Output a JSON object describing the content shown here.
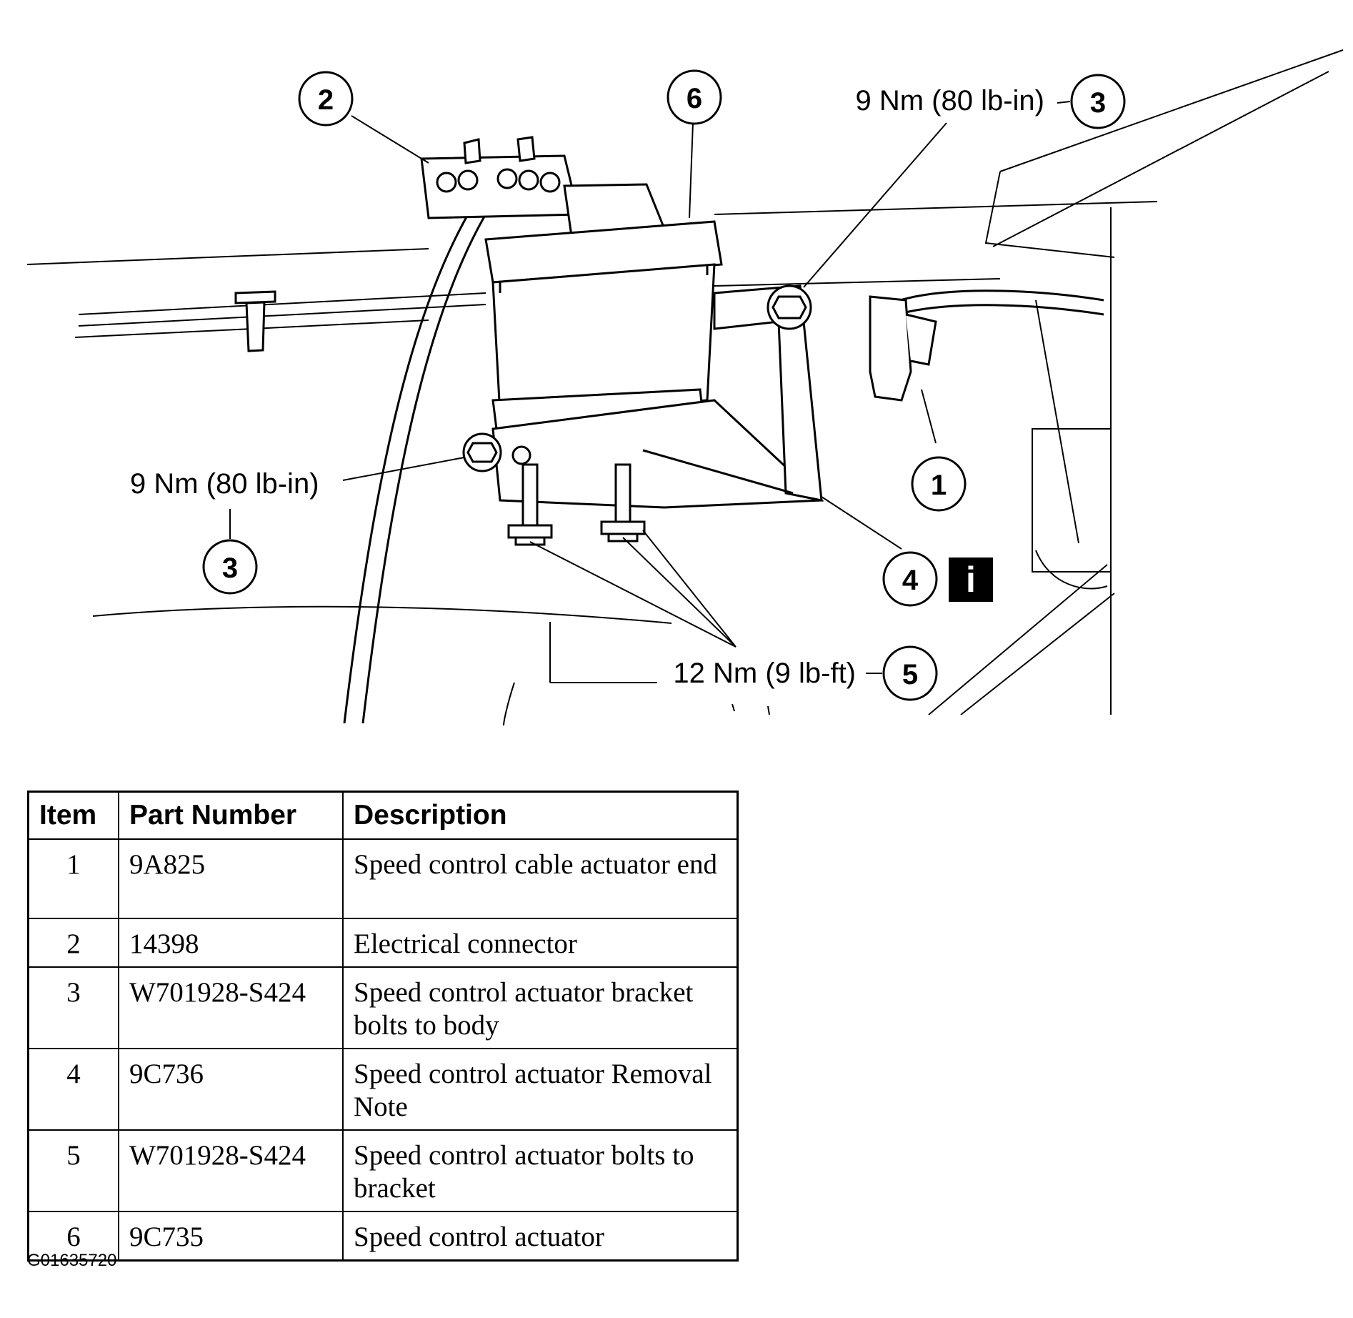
{
  "callouts": [
    {
      "number": "1"
    },
    {
      "number": "2"
    },
    {
      "number": "3"
    },
    {
      "number": "3"
    },
    {
      "number": "4"
    },
    {
      "number": "5"
    },
    {
      "number": "6"
    }
  ],
  "torque_labels": {
    "upper_bolt": "9 Nm (80 lb-in)",
    "left_bolt": "9 Nm (80 lb-in)",
    "bracket_bolts": "12 Nm (9 lb-ft)"
  },
  "info_icon": "i",
  "table": {
    "headers": [
      "Item",
      "Part Number",
      "Description"
    ],
    "rows": [
      {
        "item": "1",
        "part_number": "9A825",
        "description": "Speed control cable actuator end"
      },
      {
        "item": "2",
        "part_number": "14398",
        "description": "Electrical connector"
      },
      {
        "item": "3",
        "part_number": "W701928-S424",
        "description": "Speed control actuator bracket bolts to body"
      },
      {
        "item": "4",
        "part_number": "9C736",
        "description": "Speed control actuator Removal Note"
      },
      {
        "item": "5",
        "part_number": "W701928-S424",
        "description": "Speed control actuator bolts to bracket"
      },
      {
        "item": "6",
        "part_number": "9C735",
        "description": "Speed control actuator"
      }
    ]
  },
  "figure_id": "G01635720"
}
